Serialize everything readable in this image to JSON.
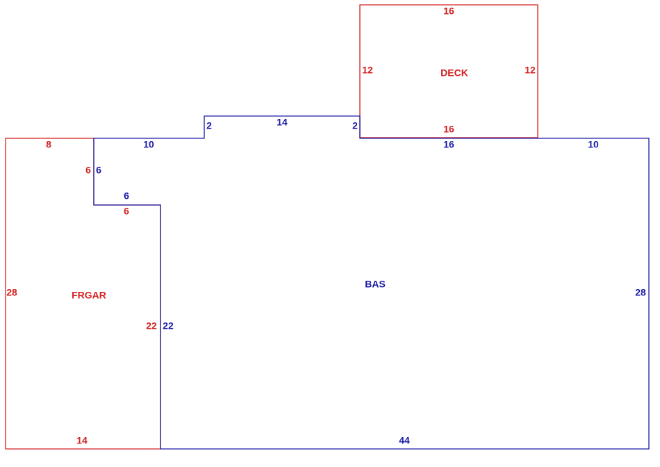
{
  "colors": {
    "bas": "#1a1aa8",
    "frgar": "#d42020",
    "deck": "#d42020",
    "background": "#ffffff"
  },
  "areas": {
    "bas": {
      "name": "BAS"
    },
    "frgar": {
      "name": "FRGAR"
    },
    "deck": {
      "name": "DECK"
    }
  },
  "dimensions": {
    "bas": {
      "top_left": "10",
      "step_up_left": "2",
      "top_mid": "14",
      "step_down_right": "2",
      "top_under_deck": "16",
      "top_right": "10",
      "right": "28",
      "bottom": "44",
      "left_lower": "22",
      "notch_horizontal": "6",
      "notch_vertical": "6"
    },
    "frgar": {
      "top": "8",
      "notch_vertical": "6",
      "notch_horizontal": "6",
      "right": "22",
      "left": "28",
      "bottom": "14"
    },
    "deck": {
      "top": "16",
      "left": "12",
      "right": "12",
      "bottom": "16"
    }
  }
}
